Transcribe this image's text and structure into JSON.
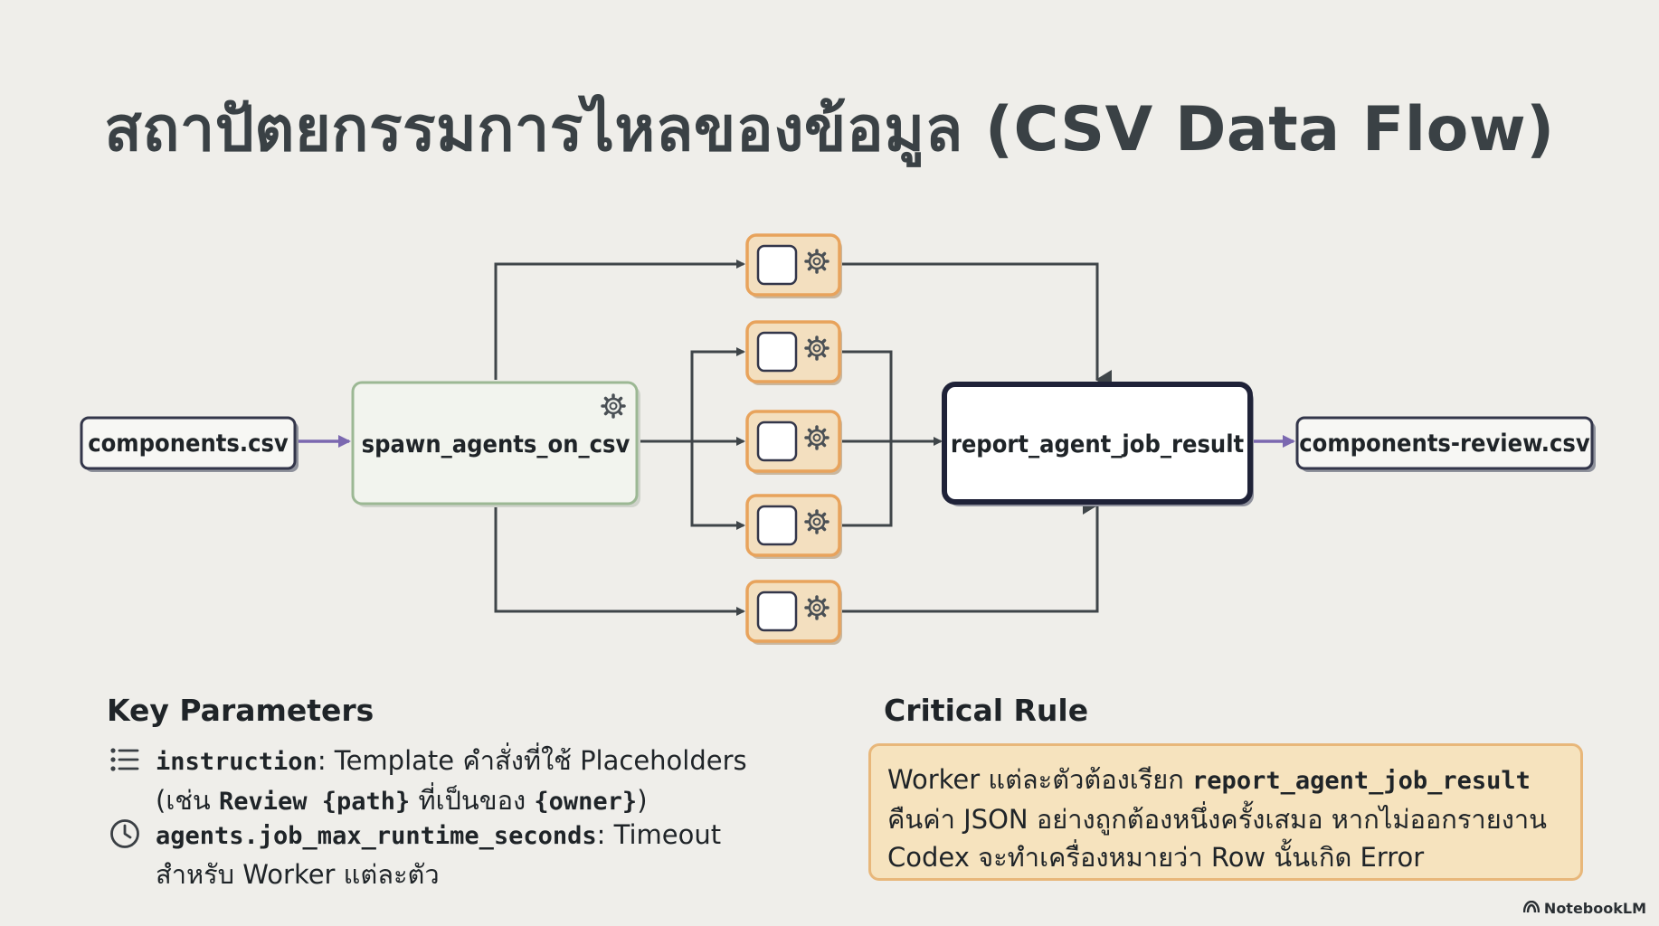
{
  "title": "สถาปัตยกรรมการไหลของข้อมูล (CSV Data Flow)",
  "diagram": {
    "input_file": "components.csv",
    "spawner": "spawn_agents_on_csv",
    "reporter": "report_agent_job_result",
    "output_file": "components-review.csv",
    "worker_count": 5,
    "icons": {
      "worker": "gear-icon",
      "spawner": "gear-icon"
    },
    "colors": {
      "arrow_purple": "#7b68b0",
      "connector": "#3f4549",
      "worker_border": "#e8a35c",
      "spawner_border": "#9cb894",
      "reporter_border": "#1f2238",
      "file_border": "#33364a"
    }
  },
  "key_parameters": {
    "heading": "Key Parameters",
    "items": [
      {
        "icon": "list-icon",
        "name": "instruction",
        "text_before": ": Template คำสั่งที่ใช้ Placeholders",
        "line2_prefix": "(เช่น ",
        "line2_code1": "Review {path}",
        "line2_middle": " ที่เป็นของ ",
        "line2_code2": "{owner}",
        "line2_suffix": ")"
      },
      {
        "icon": "clock-icon",
        "name": "agents.job_max_runtime_seconds",
        "text_before": ": Timeout",
        "line2": "สำหรับ Worker แต่ละตัว"
      }
    ]
  },
  "critical_rule": {
    "heading": "Critical Rule",
    "line1_prefix": "Worker แต่ละตัวต้องเรียก ",
    "line1_code": "report_agent_job_result",
    "line2": "คืนค่า JSON อย่างถูกต้องหนึ่งครั้งเสมอ หากไม่ออกรายงาน",
    "line3": "Codex จะทำเครื่องหมายว่า Row นั้นเกิด Error"
  },
  "brand": "NotebookLM"
}
